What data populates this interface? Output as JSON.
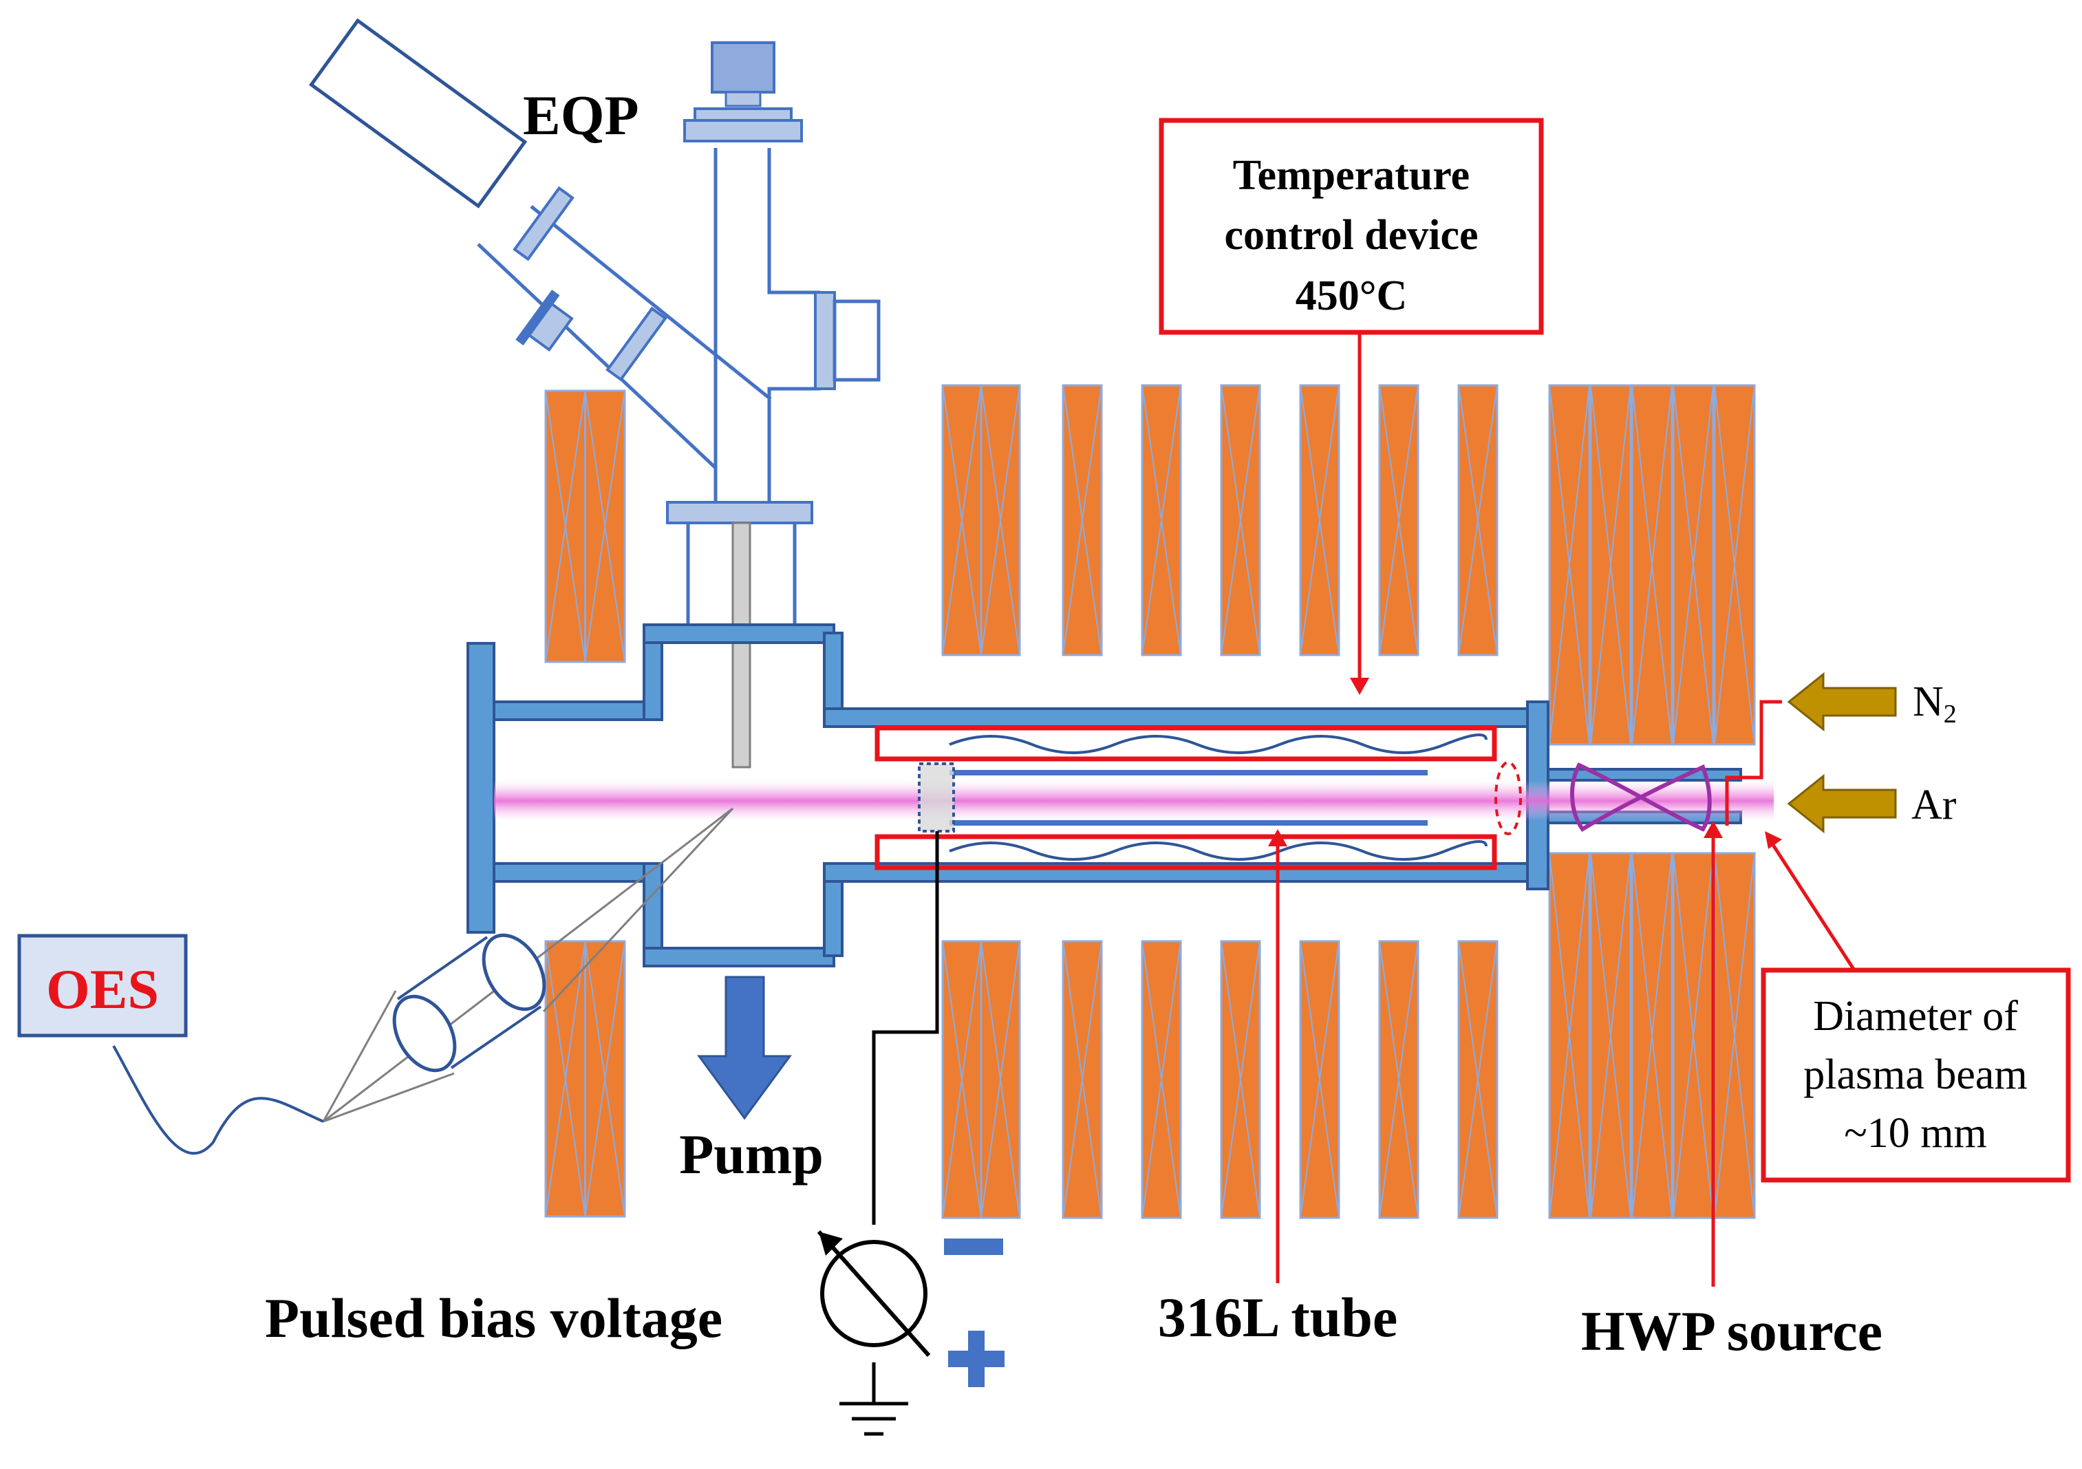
{
  "labels": {
    "eqp": "EQP",
    "temperature_line1": "Temperature",
    "temperature_line2": "control device",
    "temperature_line3": "450°C",
    "n2": "N",
    "n2_sub": "2",
    "ar": "Ar",
    "diameter_line1": "Diameter of",
    "diameter_line2": "plasma beam",
    "diameter_line3": "~10 mm",
    "oes": "OES",
    "pump": "Pump",
    "pulsed_bias": "Pulsed bias voltage",
    "tube": "316L tube",
    "hwp": "HWP source",
    "minus": "−",
    "plus": "+"
  },
  "colors": {
    "coil": "#ed7d31",
    "vacuum": "#5b9bd5",
    "flange": "#b4c7e7",
    "highlight": "#e8141b",
    "gas_arrow": "#bf9000",
    "plasma": "#f4a6e6",
    "oes_box": "#dae3f3"
  }
}
